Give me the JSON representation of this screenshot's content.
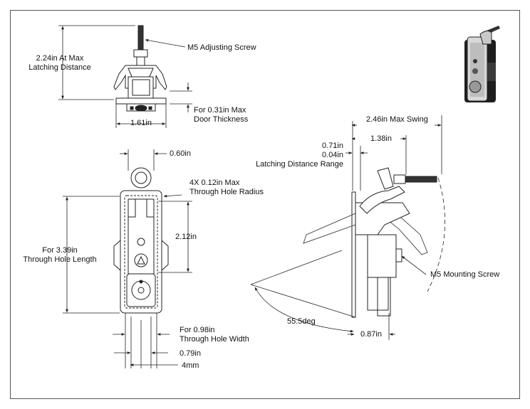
{
  "labels": {
    "max_latching_distance": "2.24in At Max\nLatching Distance",
    "m5_adjusting_screw": "M5 Adjusting Screw",
    "max_door_thickness": "For 0.31in Max\nDoor Thickness",
    "width_1_61": "1.61in",
    "dim_0_60": "0.60in",
    "through_hole_radius": "4X 0.12in Max\nThrough Hole Radius",
    "dim_2_12": "2.12in",
    "through_hole_length": "For 3.39in\nThrough Hole Length",
    "through_hole_width": "For 0.98in\nThrough Hole Width",
    "dim_0_79": "0.79in",
    "dim_4mm": "4mm",
    "max_swing": "2.46in Max Swing",
    "dim_1_38": "1.38in",
    "latching_distance_range": "0.71in\n0.04in\nLatching Distance Range",
    "m5_mounting_screw": "M5 Mounting Screw",
    "angle_55_5": "55.5deg",
    "dim_0_87": "0.87in"
  },
  "colors": {
    "line": "#222222",
    "part_fill": "#ffffff",
    "thumbnail_dark": "#2b2b2b"
  }
}
